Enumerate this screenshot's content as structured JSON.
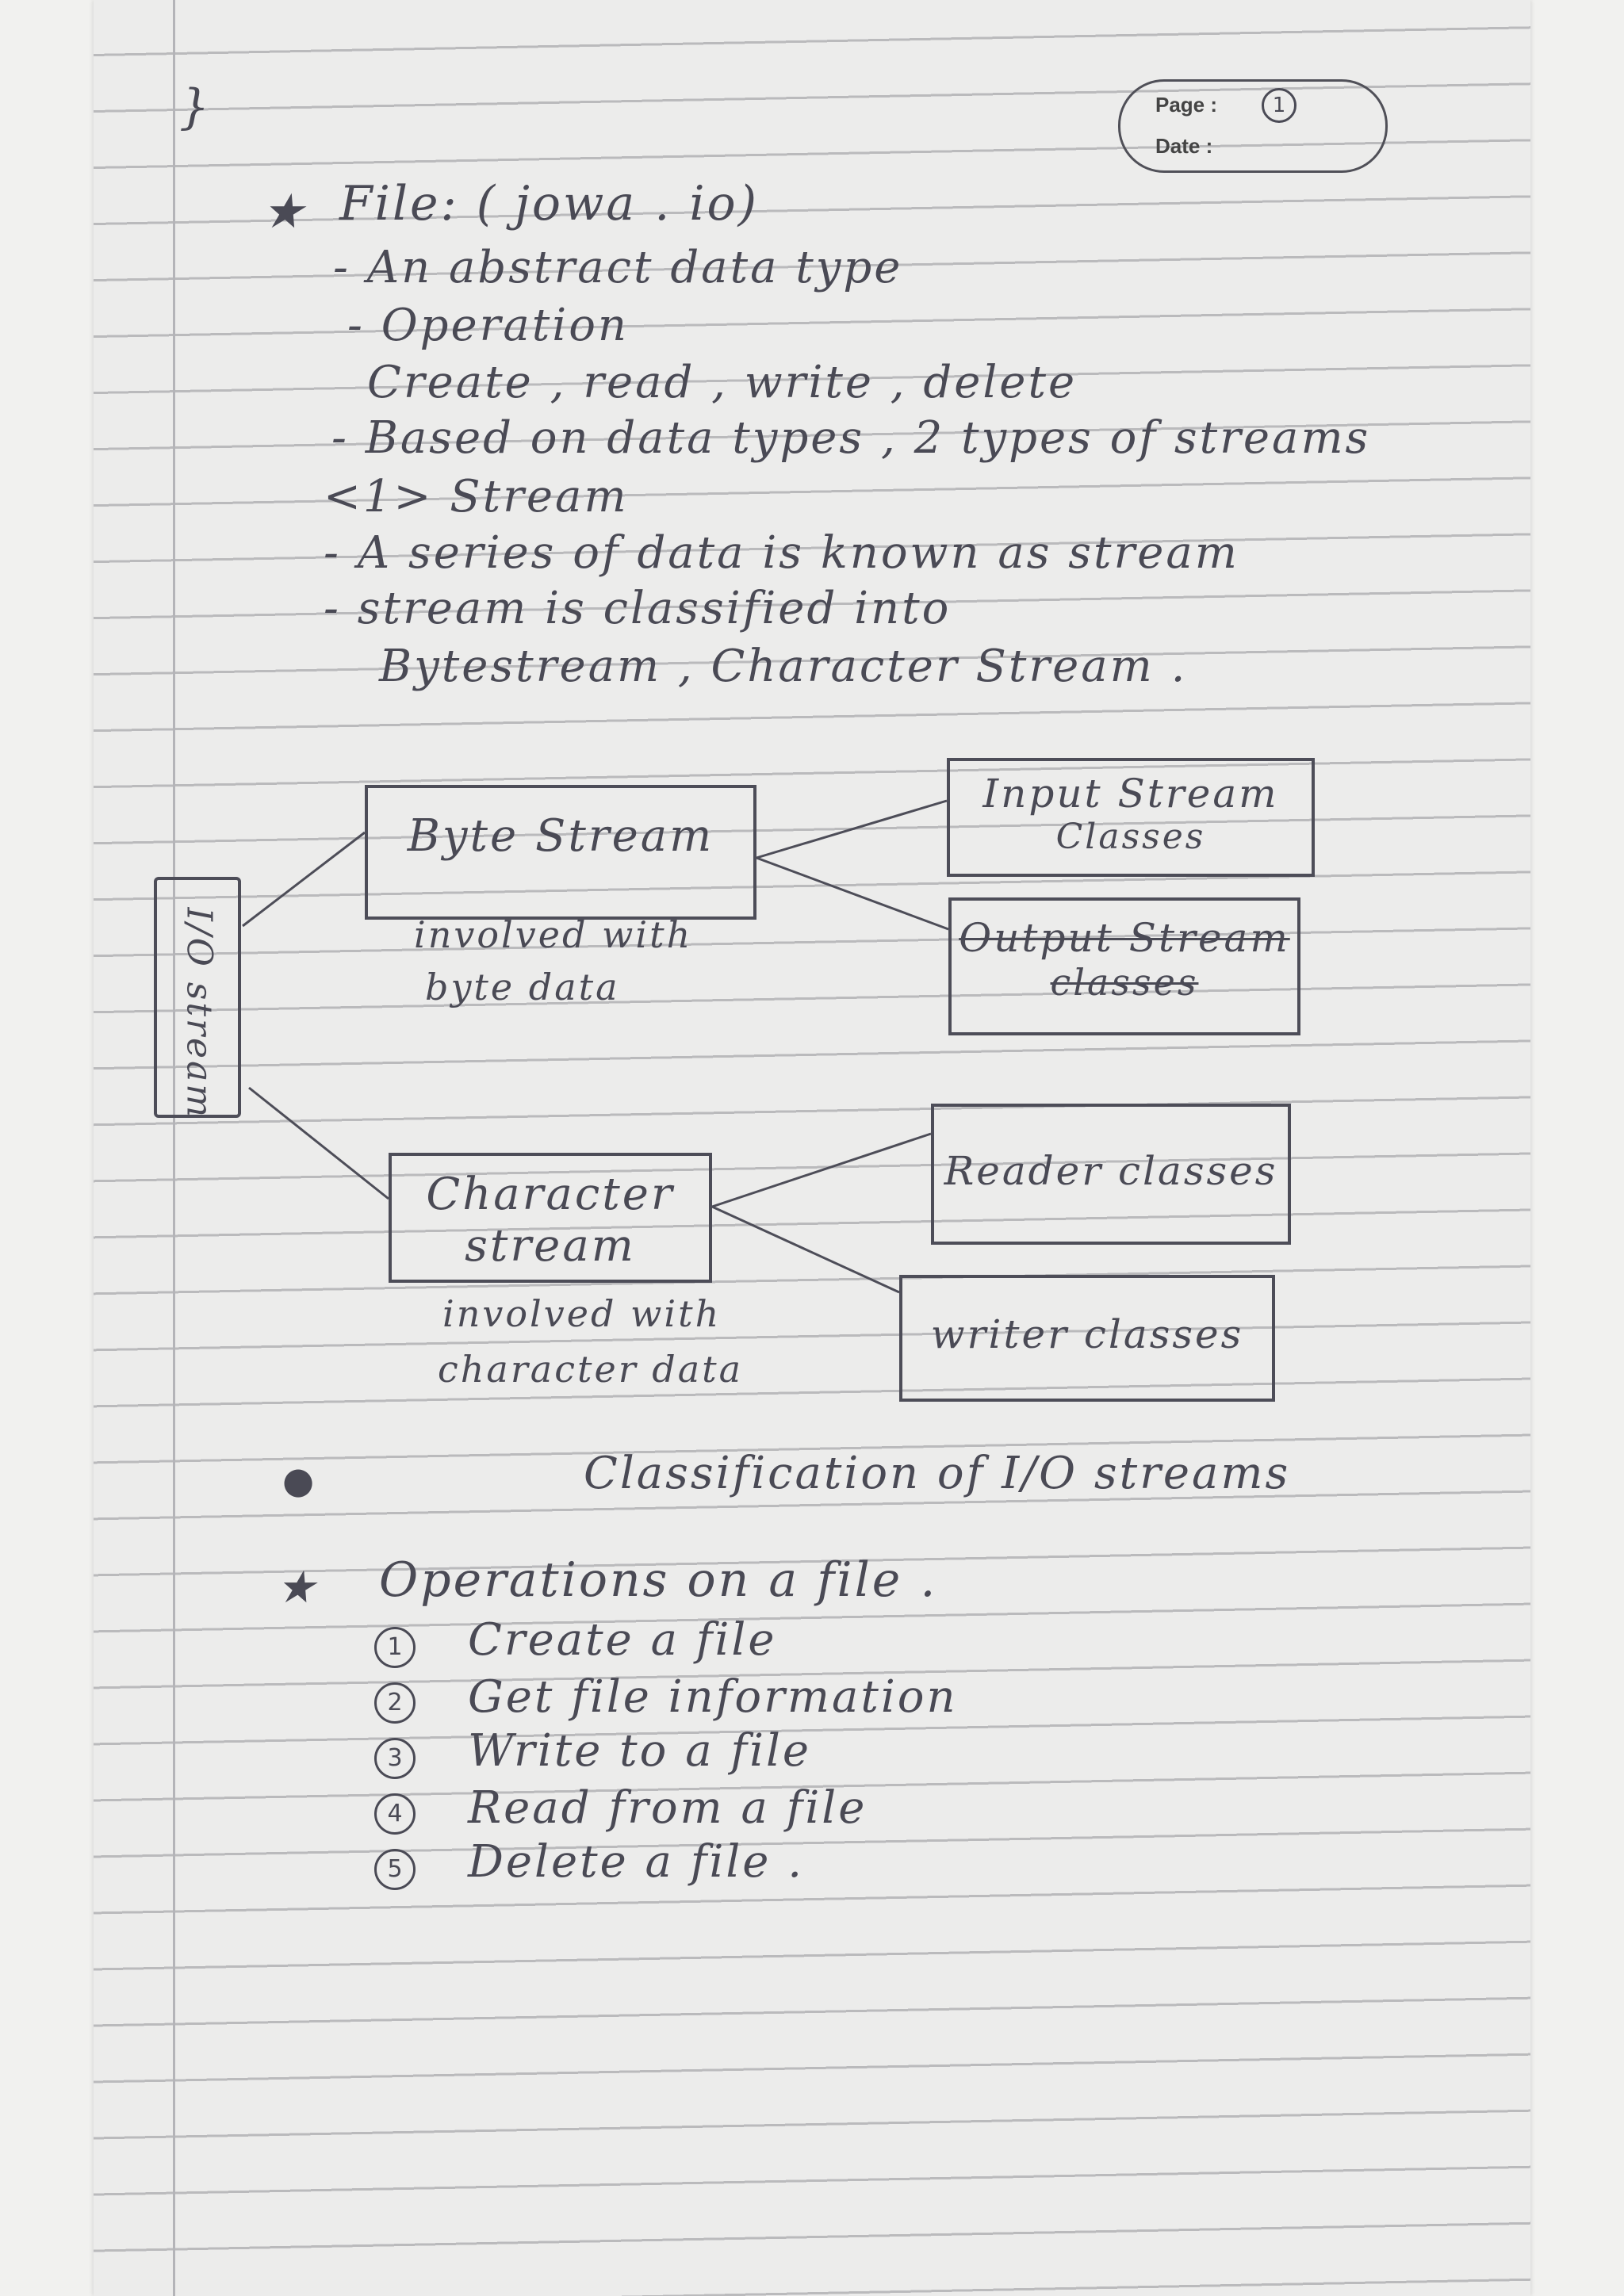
{
  "page_header": {
    "page_label": "Page :",
    "date_label": "Date :",
    "page_number": "1"
  },
  "notes": {
    "file_heading": "File:  ( jowa . io)",
    "line_adt": "- An  abstract  data  type",
    "line_operation": "- Operation",
    "line_ops_list": "Create , read , write , delete",
    "line_based": "- Based  on  data  types ,  2  types  of  streams",
    "stream_heading": "<1> Stream",
    "line_series": "- A  series  of  data  is  known  as  stream",
    "line_classified": "- stream  is  classified  into",
    "line_classes": "Bytestream ,  Character  Stream ."
  },
  "diagram": {
    "root": "I/O stream",
    "byte_stream": "Byte Stream",
    "byte_note_1": "involved with",
    "byte_note_2": "byte data",
    "input_line_1": "Input Stream",
    "input_line_2": "Classes",
    "output_line_1": "Output Stream",
    "output_line_2": "classes",
    "char_line_1": "Character",
    "char_line_2": "stream",
    "char_note_1": "involved with",
    "char_note_2": "character data",
    "reader": "Reader classes",
    "writer": "writer classes",
    "caption": "Classification of I/O streams"
  },
  "operations": {
    "heading": "Operations  on  a  file .",
    "items": [
      {
        "marker": "1",
        "text": "Create  a  file"
      },
      {
        "marker": "2",
        "text": "Get  file  information"
      },
      {
        "marker": "3",
        "text": "Write  to  a  file"
      },
      {
        "marker": "4",
        "text": "Read  from  a  file"
      },
      {
        "marker": "5",
        "text": "Delete  a  file ."
      }
    ]
  }
}
